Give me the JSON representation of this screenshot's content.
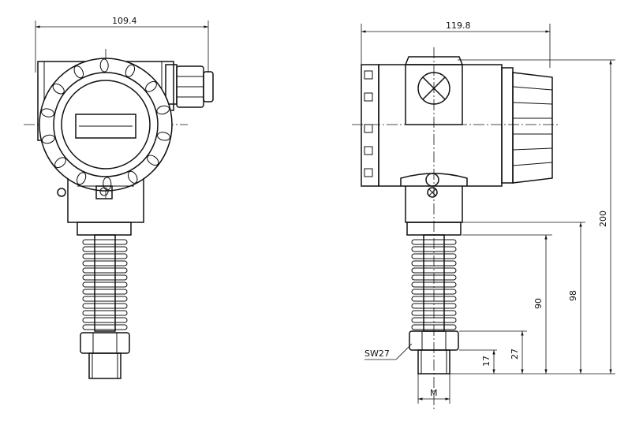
{
  "drawing": {
    "front_view": {
      "width_label": "109.4"
    },
    "side_view": {
      "width_label": "119.8",
      "height_total_label": "200",
      "height_98_label": "98",
      "height_90_label": "90",
      "height_27_label": "27",
      "height_17_label": "17",
      "thread_label": "M",
      "wrench_size_label": "SW27"
    }
  }
}
